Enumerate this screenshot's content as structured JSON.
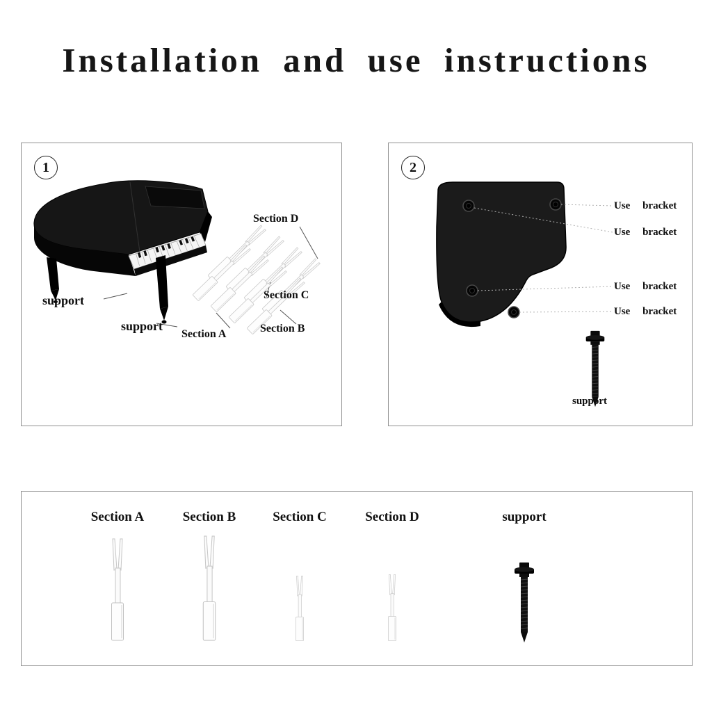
{
  "title": "Installation and use instructions",
  "panel1": {
    "step": "1",
    "support_left": "support",
    "support_right": "support",
    "section_a": "Section A",
    "section_b": "Section B",
    "section_c": "Section C",
    "section_d": "Section D"
  },
  "panel2": {
    "step": "2",
    "brackets": [
      "Use bracket",
      "Use bracket",
      "Use bracket",
      "Use bracket"
    ],
    "support_label": "support"
  },
  "parts": {
    "items": [
      {
        "label": "Section A",
        "icon": "fork-icon"
      },
      {
        "label": "Section B",
        "icon": "fork-icon"
      },
      {
        "label": "Section C",
        "icon": "fork-icon"
      },
      {
        "label": "Section D",
        "icon": "fork-icon"
      },
      {
        "label": "support",
        "icon": "screw-icon"
      }
    ]
  },
  "colors": {
    "piano_black": "#161616",
    "part_white": "#fcfcfc",
    "outline_gray": "#8f8f8f"
  }
}
